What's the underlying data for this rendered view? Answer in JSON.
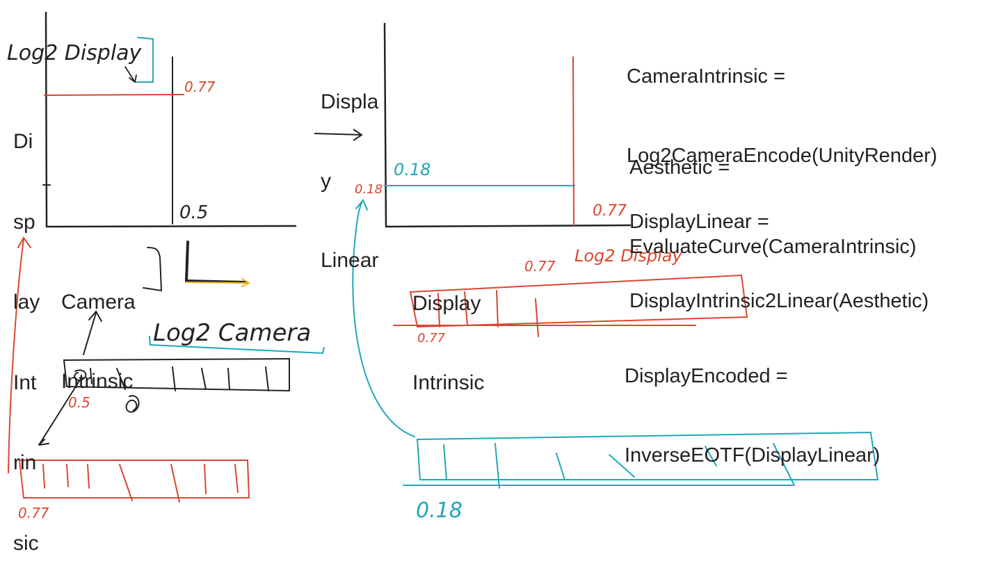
{
  "colors": {
    "ink": "#222222",
    "red": "#d9462f",
    "cyan": "#1fa7b8",
    "yellow": "#f2b21a"
  },
  "left_diagram": {
    "y_axis_label_lines": [
      "Di",
      "sp",
      "lay",
      "Int",
      "rin",
      "sic"
    ],
    "x_axis_label_lines": [
      "Camera",
      "Intrinsic"
    ],
    "log_display_label": "Log2 Display",
    "value_077": "0.77",
    "value_05": "0.5",
    "log2_camera_label": "Log2 Camera"
  },
  "right_diagram": {
    "y_axis_label_lines": [
      "Displa",
      "y",
      "Linear"
    ],
    "x_axis_label_lines": [
      "Display",
      "Intrinsic"
    ],
    "value_018_cyan": "0.18",
    "value_018_red": "0.18",
    "value_077": "0.77",
    "log2_display_label": "Log2 Display",
    "bar_value_077_top": "0.77",
    "bar_value_077_bottom": "0.77"
  },
  "formulas": {
    "camera_intrinsic": [
      "CameraIntrinsic =",
      "Log2CameraEncode(UnityRender)"
    ],
    "aesthetic": [
      "Aesthetic =",
      "EvaluateCurve(CameraIntrinsic)"
    ],
    "display_linear": [
      "DisplayLinear =",
      "DisplayIntrinsic2Linear(Aesthetic)"
    ],
    "display_encoded": [
      "DisplayEncoded =",
      "InverseEOTF(DisplayLinear)"
    ]
  },
  "bottom_bars": {
    "red_bar_value": "0.77",
    "cyan_bar_value": "0.18",
    "camera_bar_value": "0.5"
  }
}
